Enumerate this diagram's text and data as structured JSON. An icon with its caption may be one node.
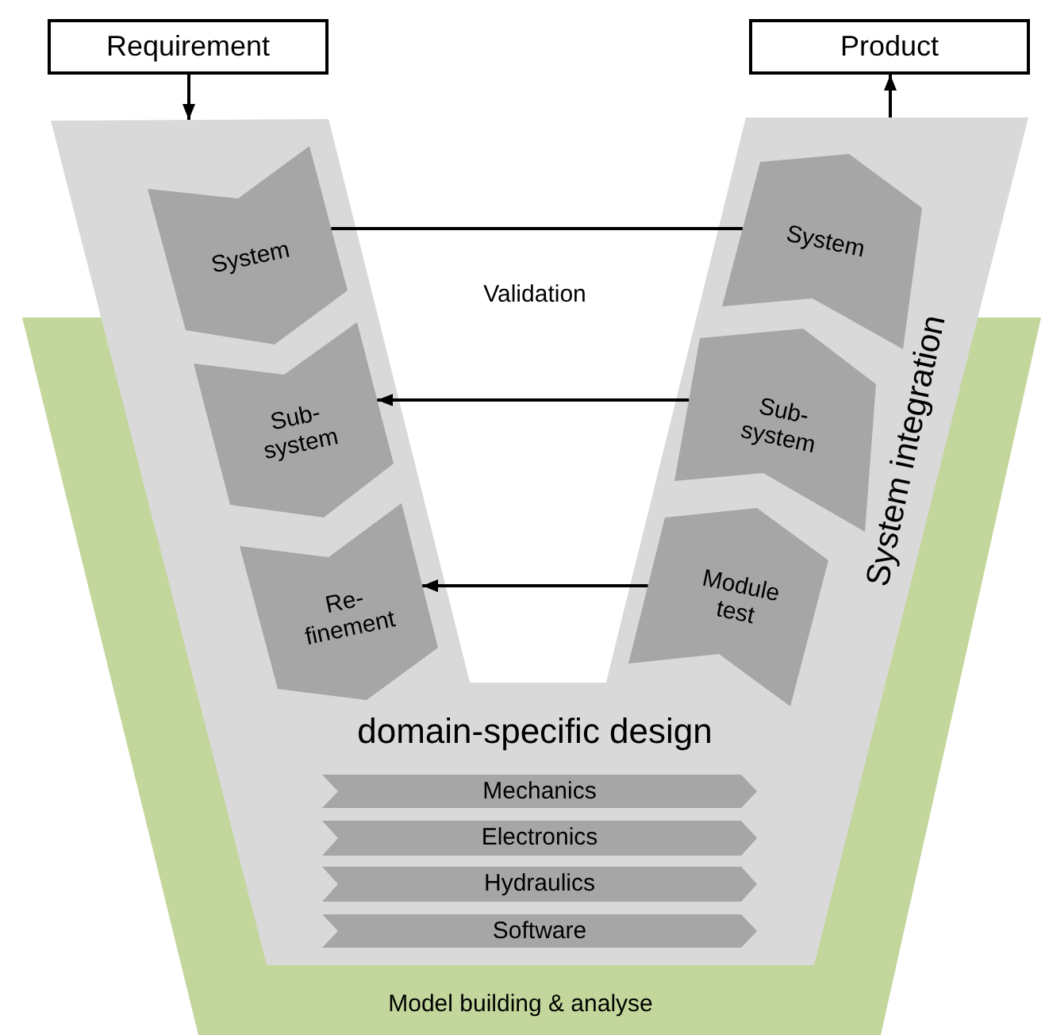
{
  "diagram": {
    "nodes": [
      {
        "text": [
          "System integration",
          "domain-specific design"
        ]
      },
      {
        "text": [
          "Requirement"
        ]
      },
      {
        "text": [
          "Product"
        ]
      },
      {
        "text": [
          "System"
        ],
        "in": 0
      },
      {
        "text": [
          "Sub- system"
        ],
        "in": 0
      },
      {
        "text": [
          "Re- finement"
        ],
        "in": 0
      },
      {
        "text": [
          "System"
        ],
        "in": 0
      },
      {
        "text": [
          "Sub- system"
        ],
        "in": 0
      },
      {
        "text": [
          "Module test"
        ],
        "in": 0
      },
      {
        "text": [
          "Mechanics"
        ],
        "in": 0
      },
      {
        "text": [
          "Electronics"
        ],
        "in": 0
      },
      {
        "text": [
          "Hydraulics"
        ],
        "in": 0
      },
      {
        "text": [
          "Software"
        ],
        "in": 0
      }
    ],
    "edges": [
      {
        "from": 1,
        "to": 0,
        "arrow": "to"
      },
      {
        "from": 6,
        "to": 3,
        "arrow": "none"
      },
      {
        "from": 7,
        "to": 4,
        "arrow": "to"
      },
      {
        "from": 8,
        "to": 5,
        "arrow": "to"
      },
      {
        "from": 0,
        "to": 2,
        "arrow": "to"
      }
    ],
    "labels": [
      "Validation",
      "Model building & analyse"
    ]
  }
}
